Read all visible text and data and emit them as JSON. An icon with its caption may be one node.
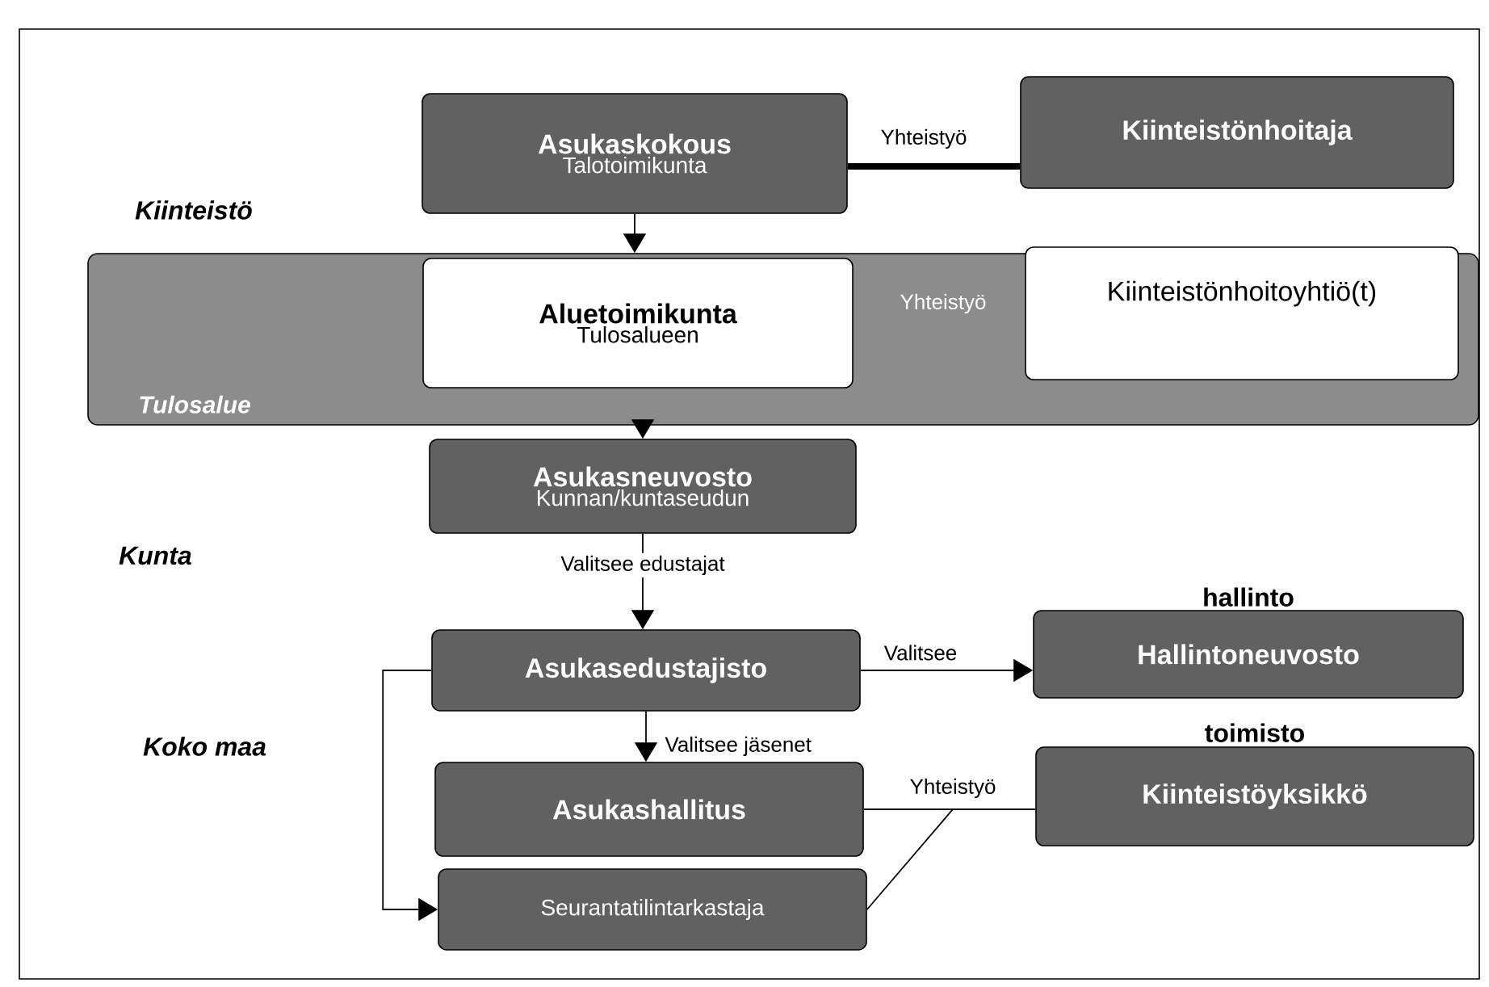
{
  "diagram": {
    "nodes": [
      {
        "text": [
          "Asukaskokous",
          "Talotoimikunta"
        ]
      },
      {
        "text": [
          "Kiinteistönhoitaja"
        ]
      },
      {
        "text": [
          "Tulosalue"
        ]
      },
      {
        "text": [
          "Aluetoimikunta",
          "Tulosalueen"
        ],
        "in": 2
      },
      {
        "text": [
          "Kiinteistönhoitoyhtiö(t)"
        ],
        "in": 2
      },
      {
        "text": [
          "Asukasneuvosto",
          "Kunnan/kuntaseudun"
        ]
      },
      {
        "text": [
          "Asukasedustajisto"
        ]
      },
      {
        "text": [
          "hallinto",
          "Hallintoneuvosto"
        ]
      },
      {
        "text": [
          "Asukashallitus"
        ]
      },
      {
        "text": [
          "toimisto",
          "Kiinteistöyksikkö"
        ]
      },
      {
        "text": [
          "Seurantatilintarkastaja"
        ]
      }
    ],
    "edges": [
      {
        "from": 0,
        "to": 1,
        "arrow": "none",
        "label": "Yhteistyö",
        "style": "thick"
      },
      {
        "from": 0,
        "to": 2,
        "arrow": "to"
      },
      {
        "from": 2,
        "to": 5,
        "arrow": "to"
      },
      {
        "from": 5,
        "to": 6,
        "arrow": "to",
        "label": "Valitsee edustajat"
      },
      {
        "from": 6,
        "to": 7,
        "arrow": "to",
        "label": "Valitsee"
      },
      {
        "from": 6,
        "to": 8,
        "arrow": "to",
        "label": "Valitsee jäsenet"
      },
      {
        "from": 6,
        "to": 10,
        "arrow": "to"
      },
      {
        "from": 8,
        "to": 9,
        "arrow": "none",
        "label": "Yhteistyö"
      },
      {
        "from": 10,
        "to": 9,
        "arrow": "none"
      }
    ],
    "labels": [
      "Kiinteistö",
      "Yhteistyö",
      "Kunta",
      "Koko maa"
    ]
  }
}
